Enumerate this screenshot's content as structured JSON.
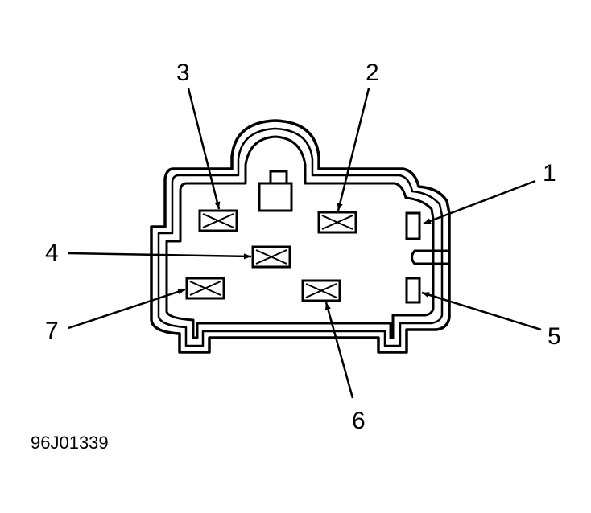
{
  "figure_code": "96J01339",
  "terminals": [
    {
      "label": "1",
      "kind": "small-slot"
    },
    {
      "label": "2",
      "kind": "blade-x"
    },
    {
      "label": "3",
      "kind": "blade-x"
    },
    {
      "label": "4",
      "kind": "blade-x"
    },
    {
      "label": "5",
      "kind": "small-slot"
    },
    {
      "label": "6",
      "kind": "blade-x"
    },
    {
      "label": "7",
      "kind": "blade-x"
    }
  ],
  "colors": {
    "ink": "#000000",
    "background": "#ffffff"
  }
}
